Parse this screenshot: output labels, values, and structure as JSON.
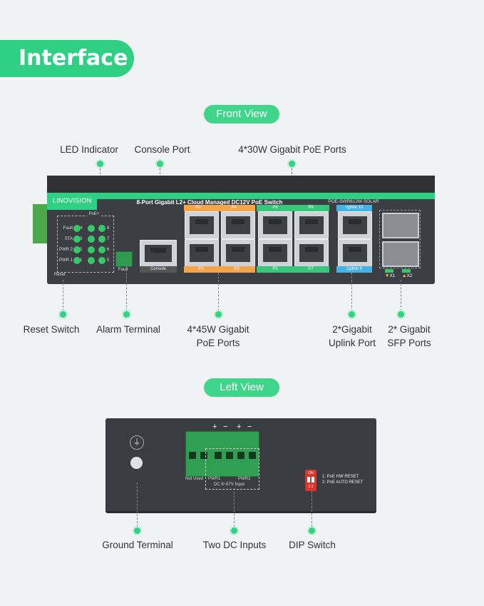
{
  "header": {
    "title": "Interface"
  },
  "front": {
    "section_label": "Front View",
    "callouts": {
      "led": "LED Indicator",
      "console": "Console Port",
      "poe30": "4*30W Gigabit PoE Ports",
      "reset": "Reset Switch",
      "alarm": "Alarm Terminal",
      "poe45_line1": "4*45W Gigabit",
      "poe45_line2": "PoE Ports",
      "uplink_line1": "2*Gigabit",
      "uplink_line2": "Uplink Port",
      "sfp_line1": "2* Gigabit",
      "sfp_line2": "SFP Ports"
    },
    "device": {
      "brand": "LINOVISION",
      "name": "8-Port Gigabit L2+ Cloud Managed DC12V PoE Switch",
      "model": "POE-SWR612M-SOLAR",
      "poe_label": "PoE+",
      "led_labels": [
        "Fault",
        "STA",
        "PWR 2",
        "PWR 1"
      ],
      "led_nums_left": [
        "4",
        "3",
        "2",
        "1"
      ],
      "led_nums_right": [
        "8",
        "7",
        "6",
        "5"
      ],
      "reset_label": "Reset",
      "fault_label": "Fault",
      "console_label": "Console",
      "top_ports": [
        "P2",
        "P4",
        "P6",
        "P8"
      ],
      "bottom_ports": [
        "P1",
        "P3",
        "P5",
        "P7"
      ],
      "uplink_top": "Uplink 10",
      "uplink_bottom": "Uplink 9",
      "sfp_x1": "X1",
      "sfp_x2": "X2"
    }
  },
  "left": {
    "section_label": "Left View",
    "callouts": {
      "ground": "Ground Terminal",
      "dc": "Two DC Inputs",
      "dip": "DIP Switch"
    },
    "device": {
      "polarity": [
        "+",
        "−",
        "+",
        "−"
      ],
      "not_used": "Not Used",
      "pwr1": "PWR1",
      "pwr2": "PWR2",
      "dc_input": "DC 8~57V Input",
      "dip_on": "ON",
      "dip_nums": "1 2",
      "dip_opt1": "1: PoE HW RESET",
      "dip_opt2": "2: PoE AUTO RESET"
    }
  },
  "colors": {
    "accent": "#2fcf84",
    "orange": "#f6a44a",
    "green": "#36c77a",
    "blue": "#42b3e6",
    "device": "#3a3c41"
  }
}
